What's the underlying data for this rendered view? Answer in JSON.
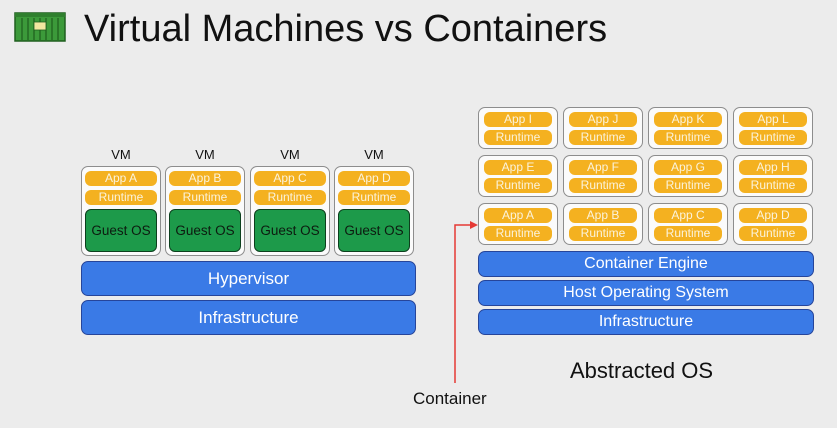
{
  "title": "Virtual Machines vs Containers",
  "vm_side": {
    "vm_label": "VM",
    "vms": [
      {
        "app": "App A",
        "runtime": "Runtime",
        "os": "Guest OS"
      },
      {
        "app": "App B",
        "runtime": "Runtime",
        "os": "Guest OS"
      },
      {
        "app": "App C",
        "runtime": "Runtime",
        "os": "Guest OS"
      },
      {
        "app": "App D",
        "runtime": "Runtime",
        "os": "Guest OS"
      }
    ],
    "hypervisor": "Hypervisor",
    "infrastructure": "Infrastructure"
  },
  "container_side": {
    "rows": [
      [
        {
          "app": "App I",
          "runtime": "Runtime"
        },
        {
          "app": "App J",
          "runtime": "Runtime"
        },
        {
          "app": "App K",
          "runtime": "Runtime"
        },
        {
          "app": "App L",
          "runtime": "Runtime"
        }
      ],
      [
        {
          "app": "App E",
          "runtime": "Runtime"
        },
        {
          "app": "App F",
          "runtime": "Runtime"
        },
        {
          "app": "App G",
          "runtime": "Runtime"
        },
        {
          "app": "App H",
          "runtime": "Runtime"
        }
      ],
      [
        {
          "app": "App A",
          "runtime": "Runtime"
        },
        {
          "app": "App B",
          "runtime": "Runtime"
        },
        {
          "app": "App C",
          "runtime": "Runtime"
        },
        {
          "app": "App D",
          "runtime": "Runtime"
        }
      ]
    ],
    "engine": "Container Engine",
    "host_os": "Host Operating System",
    "infrastructure": "Infrastructure",
    "caption": "Abstracted OS",
    "pointer_label": "Container"
  },
  "colors": {
    "app_pill": "#f4b120",
    "guest_os": "#1d9a4a",
    "layer_blue": "#3a7ae6",
    "arrow": "#e53935"
  },
  "icons": {
    "logo": "shipping-container-icon"
  }
}
